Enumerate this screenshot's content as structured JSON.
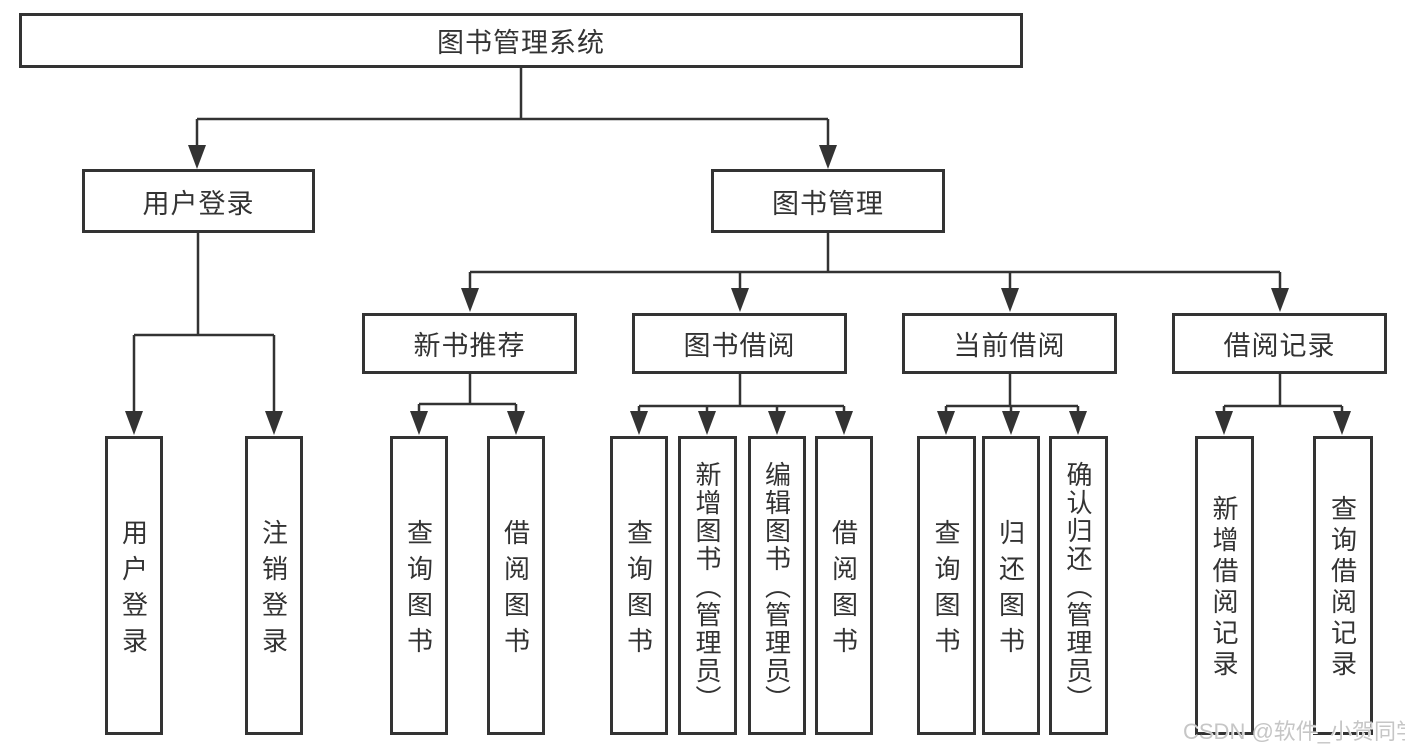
{
  "diagram_title": "图书管理系统",
  "tree": {
    "root": {
      "label": "图书管理系统",
      "children": [
        {
          "label": "用户登录",
          "children": [
            {
              "label": "用户登录"
            },
            {
              "label": "注销登录"
            }
          ]
        },
        {
          "label": "图书管理",
          "children": [
            {
              "label": "新书推荐",
              "children": [
                {
                  "label": "查询图书"
                },
                {
                  "label": "借阅图书"
                }
              ]
            },
            {
              "label": "图书借阅",
              "children": [
                {
                  "label": "查询图书"
                },
                {
                  "label": "新增图书（管理员）"
                },
                {
                  "label": "编辑图书（管理员）"
                },
                {
                  "label": "借阅图书"
                }
              ]
            },
            {
              "label": "当前借阅",
              "children": [
                {
                  "label": "查询图书"
                },
                {
                  "label": "归还图书"
                },
                {
                  "label": "确认归还（管理员）"
                }
              ]
            },
            {
              "label": "借阅记录",
              "children": [
                {
                  "label": "新增借阅记录"
                },
                {
                  "label": "查询借阅记录"
                }
              ]
            }
          ]
        }
      ]
    }
  },
  "watermark": "CSDN @软件_小贺同学",
  "colors": {
    "line": "#333333",
    "text": "#333333",
    "box_background": "#ffffff",
    "page_background": "#ffffff",
    "watermark": "#c6c6c6"
  }
}
